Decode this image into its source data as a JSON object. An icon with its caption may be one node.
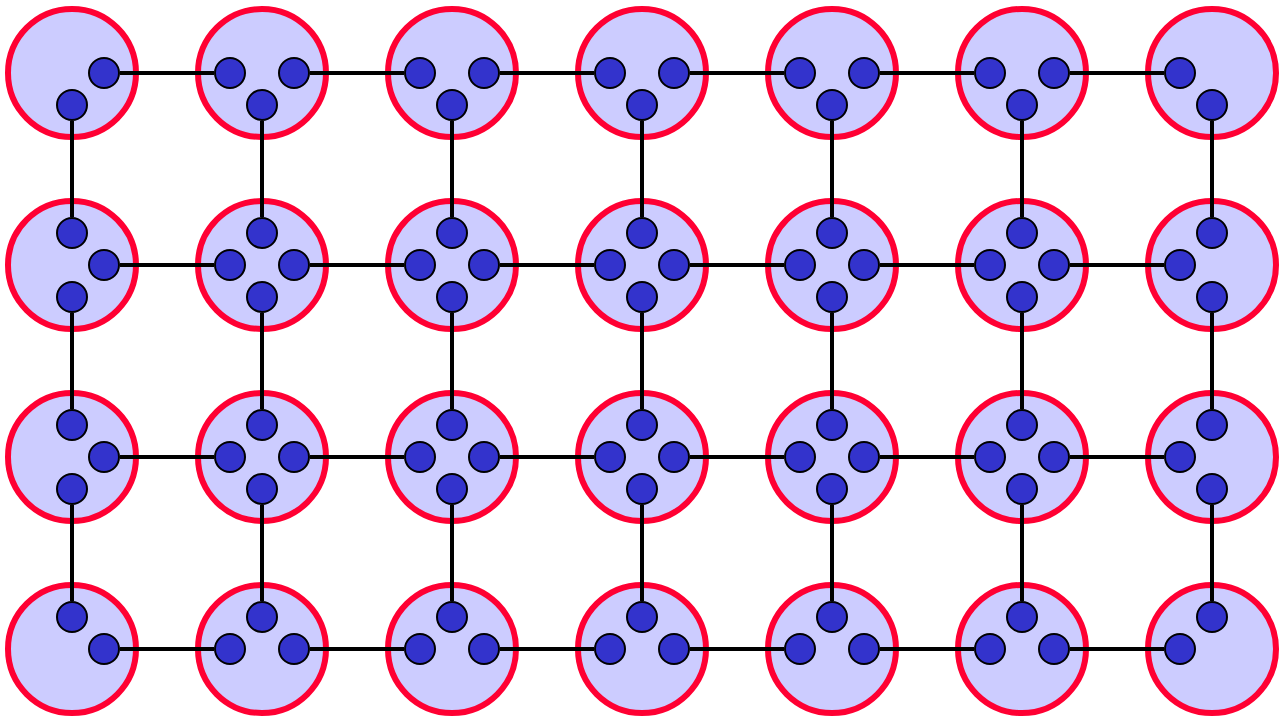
{
  "diagram": {
    "nodes": [
      {
        "text": [],
        "shape": "circle"
      },
      {
        "text": [],
        "shape": "circle",
        "in": 0
      },
      {
        "text": [],
        "shape": "circle",
        "in": 0
      },
      {
        "text": [],
        "shape": "circle"
      },
      {
        "text": [],
        "shape": "circle",
        "in": 3
      },
      {
        "text": [],
        "shape": "circle",
        "in": 3
      },
      {
        "text": [],
        "shape": "circle",
        "in": 3
      },
      {
        "text": [],
        "shape": "circle"
      },
      {
        "text": [],
        "shape": "circle",
        "in": 7
      },
      {
        "text": [],
        "shape": "circle",
        "in": 7
      },
      {
        "text": [],
        "shape": "circle",
        "in": 7
      },
      {
        "text": [],
        "shape": "circle"
      },
      {
        "text": [],
        "shape": "circle",
        "in": 11
      },
      {
        "text": [],
        "shape": "circle",
        "in": 11
      },
      {
        "text": [],
        "shape": "circle",
        "in": 11
      },
      {
        "text": [],
        "shape": "circle"
      },
      {
        "text": [],
        "shape": "circle",
        "in": 15
      },
      {
        "text": [],
        "shape": "circle",
        "in": 15
      },
      {
        "text": [],
        "shape": "circle",
        "in": 15
      },
      {
        "text": [],
        "shape": "circle"
      },
      {
        "text": [],
        "shape": "circle",
        "in": 19
      },
      {
        "text": [],
        "shape": "circle",
        "in": 19
      },
      {
        "text": [],
        "shape": "circle",
        "in": 19
      },
      {
        "text": [],
        "shape": "circle"
      },
      {
        "text": [],
        "shape": "circle",
        "in": 23
      },
      {
        "text": [],
        "shape": "circle",
        "in": 23
      },
      {
        "text": [],
        "shape": "circle"
      },
      {
        "text": [],
        "shape": "circle",
        "in": 26
      },
      {
        "text": [],
        "shape": "circle",
        "in": 26
      },
      {
        "text": [],
        "shape": "circle",
        "in": 26
      },
      {
        "text": [],
        "shape": "circle"
      },
      {
        "text": [],
        "shape": "circle",
        "in": 30
      },
      {
        "text": [],
        "shape": "circle",
        "in": 30
      },
      {
        "text": [],
        "shape": "circle",
        "in": 30
      },
      {
        "text": [],
        "shape": "circle",
        "in": 30
      },
      {
        "text": [],
        "shape": "circle"
      },
      {
        "text": [],
        "shape": "circle",
        "in": 35
      },
      {
        "text": [],
        "shape": "circle",
        "in": 35
      },
      {
        "text": [],
        "shape": "circle",
        "in": 35
      },
      {
        "text": [],
        "shape": "circle",
        "in": 35
      },
      {
        "text": [],
        "shape": "circle"
      },
      {
        "text": [],
        "shape": "circle",
        "in": 40
      },
      {
        "text": [],
        "shape": "circle",
        "in": 40
      },
      {
        "text": [],
        "shape": "circle",
        "in": 40
      },
      {
        "text": [],
        "shape": "circle",
        "in": 40
      },
      {
        "text": [],
        "shape": "circle"
      },
      {
        "text": [],
        "shape": "circle",
        "in": 45
      },
      {
        "text": [],
        "shape": "circle",
        "in": 45
      },
      {
        "text": [],
        "shape": "circle",
        "in": 45
      },
      {
        "text": [],
        "shape": "circle",
        "in": 45
      },
      {
        "text": [],
        "shape": "circle"
      },
      {
        "text": [],
        "shape": "circle",
        "in": 50
      },
      {
        "text": [],
        "shape": "circle",
        "in": 50
      },
      {
        "text": [],
        "shape": "circle",
        "in": 50
      },
      {
        "text": [],
        "shape": "circle",
        "in": 50
      },
      {
        "text": [],
        "shape": "circle"
      },
      {
        "text": [],
        "shape": "circle",
        "in": 55
      },
      {
        "text": [],
        "shape": "circle",
        "in": 55
      },
      {
        "text": [],
        "shape": "circle",
        "in": 55
      },
      {
        "text": [],
        "shape": "circle"
      },
      {
        "text": [],
        "shape": "circle",
        "in": 59
      },
      {
        "text": [],
        "shape": "circle",
        "in": 59
      },
      {
        "text": [],
        "shape": "circle",
        "in": 59
      },
      {
        "text": [],
        "shape": "circle"
      },
      {
        "text": [],
        "shape": "circle",
        "in": 63
      },
      {
        "text": [],
        "shape": "circle",
        "in": 63
      },
      {
        "text": [],
        "shape": "circle",
        "in": 63
      },
      {
        "text": [],
        "shape": "circle",
        "in": 63
      },
      {
        "text": [],
        "shape": "circle"
      },
      {
        "text": [],
        "shape": "circle",
        "in": 68
      },
      {
        "text": [],
        "shape": "circle",
        "in": 68
      },
      {
        "text": [],
        "shape": "circle",
        "in": 68
      },
      {
        "text": [],
        "shape": "circle",
        "in": 68
      },
      {
        "text": [],
        "shape": "circle"
      },
      {
        "text": [],
        "shape": "circle",
        "in": 73
      },
      {
        "text": [],
        "shape": "circle",
        "in": 73
      },
      {
        "text": [],
        "shape": "circle",
        "in": 73
      },
      {
        "text": [],
        "shape": "circle",
        "in": 73
      },
      {
        "text": [],
        "shape": "circle"
      },
      {
        "text": [],
        "shape": "circle",
        "in": 78
      },
      {
        "text": [],
        "shape": "circle",
        "in": 78
      },
      {
        "text": [],
        "shape": "circle",
        "in": 78
      },
      {
        "text": [],
        "shape": "circle",
        "in": 78
      },
      {
        "text": [],
        "shape": "circle"
      },
      {
        "text": [],
        "shape": "circle",
        "in": 83
      },
      {
        "text": [],
        "shape": "circle",
        "in": 83
      },
      {
        "text": [],
        "shape": "circle",
        "in": 83
      },
      {
        "text": [],
        "shape": "circle",
        "in": 83
      },
      {
        "text": [],
        "shape": "circle"
      },
      {
        "text": [],
        "shape": "circle",
        "in": 88
      },
      {
        "text": [],
        "shape": "circle",
        "in": 88
      },
      {
        "text": [],
        "shape": "circle",
        "in": 88
      },
      {
        "text": [],
        "shape": "circle"
      },
      {
        "text": [],
        "shape": "circle",
        "in": 92
      },
      {
        "text": [],
        "shape": "circle",
        "in": 92
      },
      {
        "text": [],
        "shape": "circle"
      },
      {
        "text": [],
        "shape": "circle",
        "in": 95
      },
      {
        "text": [],
        "shape": "circle",
        "in": 95
      },
      {
        "text": [],
        "shape": "circle",
        "in": 95
      },
      {
        "text": [],
        "shape": "circle"
      },
      {
        "text": [],
        "shape": "circle",
        "in": 99
      },
      {
        "text": [],
        "shape": "circle",
        "in": 99
      },
      {
        "text": [],
        "shape": "circle",
        "in": 99
      },
      {
        "text": [],
        "shape": "circle"
      },
      {
        "text": [],
        "shape": "circle",
        "in": 103
      },
      {
        "text": [],
        "shape": "circle",
        "in": 103
      },
      {
        "text": [],
        "shape": "circle",
        "in": 103
      },
      {
        "text": [],
        "shape": "circle"
      },
      {
        "text": [],
        "shape": "circle",
        "in": 107
      },
      {
        "text": [],
        "shape": "circle",
        "in": 107
      },
      {
        "text": [],
        "shape": "circle",
        "in": 107
      },
      {
        "text": [],
        "shape": "circle"
      },
      {
        "text": [],
        "shape": "circle",
        "in": 111
      },
      {
        "text": [],
        "shape": "circle",
        "in": 111
      },
      {
        "text": [],
        "shape": "circle",
        "in": 111
      },
      {
        "text": [],
        "shape": "circle"
      },
      {
        "text": [],
        "shape": "circle",
        "in": 115
      },
      {
        "text": [],
        "shape": "circle",
        "in": 115
      }
    ],
    "edges": [
      {
        "from": 1,
        "to": 4,
        "arrow": "none"
      },
      {
        "from": 5,
        "to": 8,
        "arrow": "none"
      },
      {
        "from": 9,
        "to": 12,
        "arrow": "none"
      },
      {
        "from": 13,
        "to": 16,
        "arrow": "none"
      },
      {
        "from": 17,
        "to": 20,
        "arrow": "none"
      },
      {
        "from": 21,
        "to": 24,
        "arrow": "none"
      },
      {
        "from": 2,
        "to": 27,
        "arrow": "none"
      },
      {
        "from": 6,
        "to": 31,
        "arrow": "none"
      },
      {
        "from": 10,
        "to": 36,
        "arrow": "none"
      },
      {
        "from": 14,
        "to": 41,
        "arrow": "none"
      },
      {
        "from": 18,
        "to": 46,
        "arrow": "none"
      },
      {
        "from": 22,
        "to": 51,
        "arrow": "none"
      },
      {
        "from": 25,
        "to": 56,
        "arrow": "none"
      },
      {
        "from": 28,
        "to": 32,
        "arrow": "none"
      },
      {
        "from": 33,
        "to": 37,
        "arrow": "none"
      },
      {
        "from": 38,
        "to": 42,
        "arrow": "none"
      },
      {
        "from": 43,
        "to": 47,
        "arrow": "none"
      },
      {
        "from": 48,
        "to": 52,
        "arrow": "none"
      },
      {
        "from": 53,
        "to": 57,
        "arrow": "none"
      },
      {
        "from": 29,
        "to": 60,
        "arrow": "none"
      },
      {
        "from": 34,
        "to": 64,
        "arrow": "none"
      },
      {
        "from": 39,
        "to": 69,
        "arrow": "none"
      },
      {
        "from": 44,
        "to": 74,
        "arrow": "none"
      },
      {
        "from": 49,
        "to": 79,
        "arrow": "none"
      },
      {
        "from": 54,
        "to": 84,
        "arrow": "none"
      },
      {
        "from": 58,
        "to": 89,
        "arrow": "none"
      },
      {
        "from": 61,
        "to": 65,
        "arrow": "none"
      },
      {
        "from": 66,
        "to": 70,
        "arrow": "none"
      },
      {
        "from": 71,
        "to": 75,
        "arrow": "none"
      },
      {
        "from": 76,
        "to": 80,
        "arrow": "none"
      },
      {
        "from": 81,
        "to": 85,
        "arrow": "none"
      },
      {
        "from": 86,
        "to": 90,
        "arrow": "none"
      },
      {
        "from": 62,
        "to": 93,
        "arrow": "none"
      },
      {
        "from": 67,
        "to": 96,
        "arrow": "none"
      },
      {
        "from": 72,
        "to": 100,
        "arrow": "none"
      },
      {
        "from": 77,
        "to": 104,
        "arrow": "none"
      },
      {
        "from": 82,
        "to": 108,
        "arrow": "none"
      },
      {
        "from": 87,
        "to": 112,
        "arrow": "none"
      },
      {
        "from": 91,
        "to": 116,
        "arrow": "none"
      },
      {
        "from": 94,
        "to": 97,
        "arrow": "none"
      },
      {
        "from": 98,
        "to": 101,
        "arrow": "none"
      },
      {
        "from": 102,
        "to": 105,
        "arrow": "none"
      },
      {
        "from": 106,
        "to": 109,
        "arrow": "none"
      },
      {
        "from": 110,
        "to": 113,
        "arrow": "none"
      },
      {
        "from": 114,
        "to": 117,
        "arrow": "none"
      }
    ]
  }
}
